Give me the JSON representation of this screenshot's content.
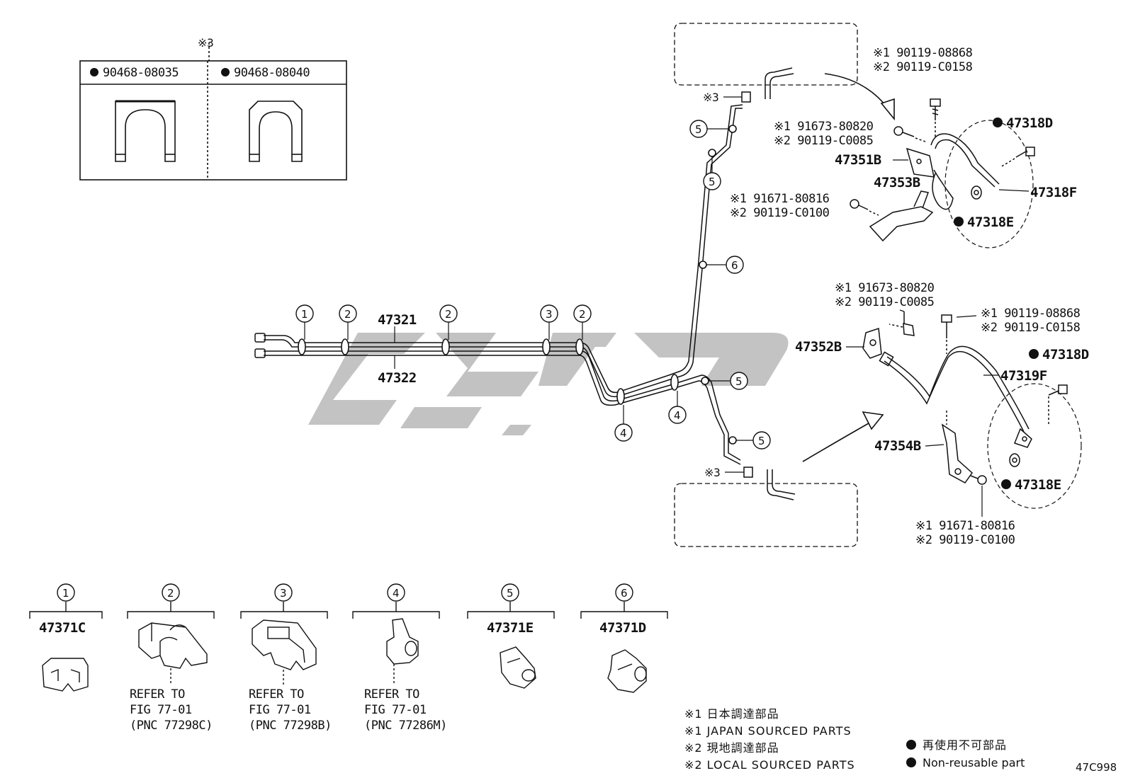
{
  "domain": "Diagram",
  "inset_box": {
    "note_mark": "※3",
    "left_part": "90468-08035",
    "right_part": "90468-08040"
  },
  "main_lines": {
    "upper_tube": "47321",
    "lower_tube": "47322"
  },
  "clip_numbers": [
    "1",
    "2",
    "3",
    "4",
    "5",
    "6"
  ],
  "upper_right": {
    "bolt_top_1": "※1 90119-08868",
    "bolt_top_2": "※2 90119-C0158",
    "bolt_mid_1": "※1 91673-80820",
    "bolt_mid_2": "※2 90119-C0085",
    "bracket_a": "47351B",
    "bracket_b": "47353B",
    "bolt_low_1": "※1 91671-80816",
    "bolt_low_2": "※2 90119-C0100",
    "gasket_top": "47318D",
    "hose": "47318F",
    "gasket_bottom": "47318E",
    "mark3": "※3"
  },
  "lower_right": {
    "bolt_mid_1": "※1 91673-80820",
    "bolt_mid_2": "※2 90119-C0085",
    "bolt_top_1": "※1 90119-08868",
    "bolt_top_2": "※2 90119-C0158",
    "bracket_a": "47352B",
    "gasket_top": "47318D",
    "hose": "47319F",
    "bracket_b": "47354B",
    "gasket_bottom": "47318E",
    "bolt_low_1": "※1 91671-80816",
    "bolt_low_2": "※2 90119-C0100",
    "mark3": "※3"
  },
  "clips": [
    {
      "num": "1",
      "part": "47371C",
      "refer": [
        "",
        "",
        ""
      ]
    },
    {
      "num": "2",
      "part": "",
      "refer": [
        "REFER TO",
        "FIG 77-01",
        "(PNC 77298C)"
      ]
    },
    {
      "num": "3",
      "part": "",
      "refer": [
        "REFER TO",
        "FIG 77-01",
        "(PNC 77298B)"
      ]
    },
    {
      "num": "4",
      "part": "",
      "refer": [
        "REFER TO",
        "FIG 77-01",
        "(PNC 77286M)"
      ]
    },
    {
      "num": "5",
      "part": "47371E",
      "refer": [
        "",
        "",
        ""
      ]
    },
    {
      "num": "6",
      "part": "47371D",
      "refer": [
        "",
        "",
        ""
      ]
    }
  ],
  "legend": {
    "l1": "※1 日本調達部品",
    "l2": "※1 JAPAN SOURCED PARTS",
    "l3": "※2 現地調達部品",
    "l4": "※2 LOCAL SOURCED PARTS",
    "r1": "再使用不可部品",
    "r2": "Non-reusable part"
  },
  "figure_code": "47C998",
  "colors": {
    "ink": "#111111",
    "watermark": "#b5b5b5"
  }
}
